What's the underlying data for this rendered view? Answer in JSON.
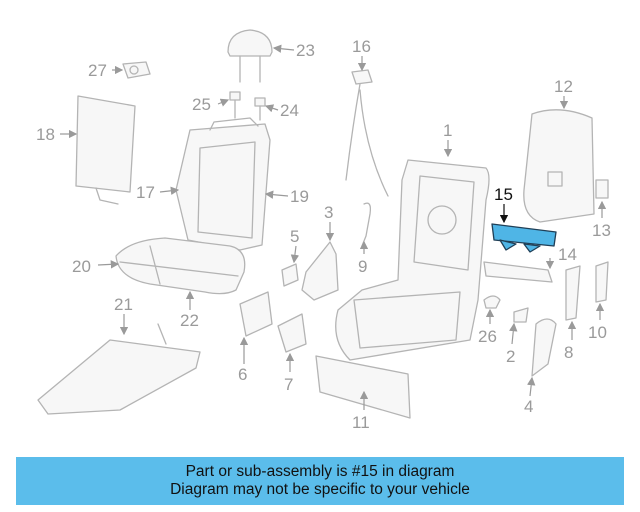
{
  "callouts": {
    "c1": "1",
    "c2": "2",
    "c3": "3",
    "c4": "4",
    "c5": "5",
    "c6": "6",
    "c7": "7",
    "c8": "8",
    "c9": "9",
    "c10": "10",
    "c11": "11",
    "c12": "12",
    "c13": "13",
    "c14": "14",
    "c15": "15",
    "c16": "16",
    "c17": "17",
    "c18": "18",
    "c19": "19",
    "c20": "20",
    "c21": "21",
    "c22": "22",
    "c23": "23",
    "c24": "24",
    "c25": "25",
    "c26": "26",
    "c27": "27"
  },
  "highlight": {
    "part_number": "15",
    "color": "#4fb5e6"
  },
  "banner": {
    "line1": "Part or sub-assembly is #15 in diagram",
    "line2": "Diagram may not be specific to your vehicle",
    "color": "#5bbdeb"
  }
}
